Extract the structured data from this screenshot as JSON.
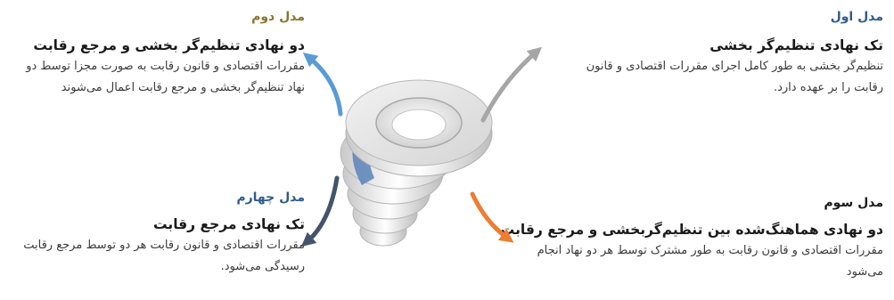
{
  "models": {
    "m1": {
      "label": "مدل اول",
      "heading": "تک نهادی تنظیم‌گر بخشی",
      "desc": "تنظیم‌گر بخشی به طور کامل اجرای مقررات اقتصادی و قانون رقابت را بر عهده دارد."
    },
    "m2": {
      "label": "مدل دوم",
      "heading": "دو نهادی تنظیم‌گر بخشی و مرجع رقابت",
      "desc": "مقررات اقتصادی و قانون رقابت به صورت مجزا توسط دو نهاد تنظیم‌گر بخشی و مرجع رقابت اعمال می‌شوند"
    },
    "m3": {
      "label": "مدل سوم",
      "heading": "دو نهادی هماهنگ‌شده بین تنظیم‌گربخشی و مرجع رقابت",
      "desc": "مقررات اقتصادی و قانون رقابت به طور مشترک توسط هر دو نهاد انجام می‌شود"
    },
    "m4": {
      "label": "مدل چهارم",
      "heading": "تک نهادی مرجع رقابت",
      "desc": "مقررات اقتصادی و قانون رقابت هر دو توسط مرجع رقابت رسیدگی می‌شود."
    }
  },
  "colors": {
    "arrow_m1": "#a6a6a6",
    "arrow_m2": "#5b9bd5",
    "arrow_m3": "#ed7d31",
    "arrow_m4": "#44546a",
    "label_blue": "#2f5b8c",
    "label_gold": "#8b7433"
  }
}
